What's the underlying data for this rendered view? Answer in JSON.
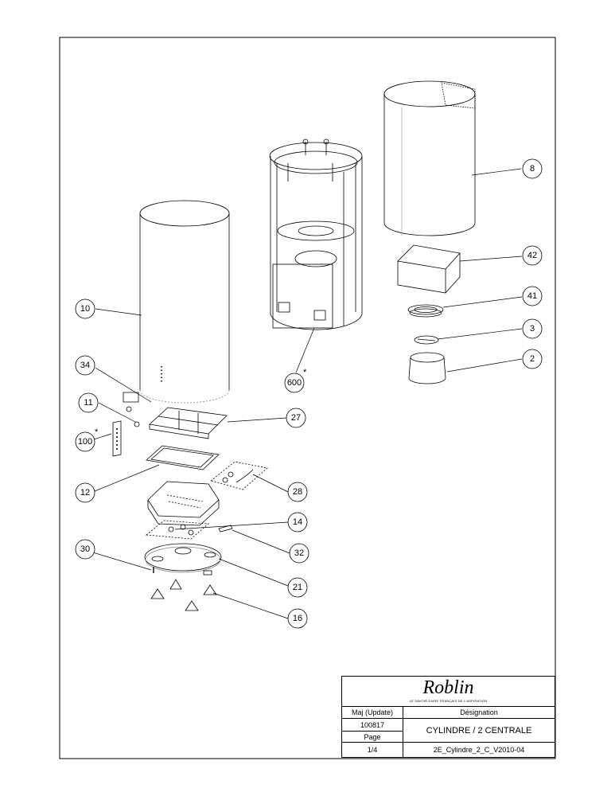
{
  "callouts": [
    {
      "id": "c2",
      "label": "2"
    },
    {
      "id": "c3",
      "label": "3"
    },
    {
      "id": "c8",
      "label": "8"
    },
    {
      "id": "c10",
      "label": "10"
    },
    {
      "id": "c11",
      "label": "11"
    },
    {
      "id": "c12",
      "label": "12"
    },
    {
      "id": "c14",
      "label": "14"
    },
    {
      "id": "c16",
      "label": "16"
    },
    {
      "id": "c21",
      "label": "21"
    },
    {
      "id": "c27",
      "label": "27"
    },
    {
      "id": "c28",
      "label": "28"
    },
    {
      "id": "c30",
      "label": "30"
    },
    {
      "id": "c32",
      "label": "32"
    },
    {
      "id": "c34",
      "label": "34"
    },
    {
      "id": "c41",
      "label": "41"
    },
    {
      "id": "c42",
      "label": "42"
    },
    {
      "id": "c100",
      "label": "100"
    },
    {
      "id": "c600",
      "label": "600"
    }
  ],
  "star_marker": "*",
  "title_block": {
    "brand": "Roblin",
    "tagline": "LE SAVOIR-FAIRE FRANÇAIS DE L'ASPIRATION",
    "maj_label": "Maj (Update)",
    "designation_label": "Désignation",
    "maj_value": "100817",
    "page_label": "Page",
    "page_value": "1/4",
    "designation_value": "CYLINDRE / 2 CENTRALE",
    "reference": "2E_Cylindre_2_C_V2010-04"
  }
}
